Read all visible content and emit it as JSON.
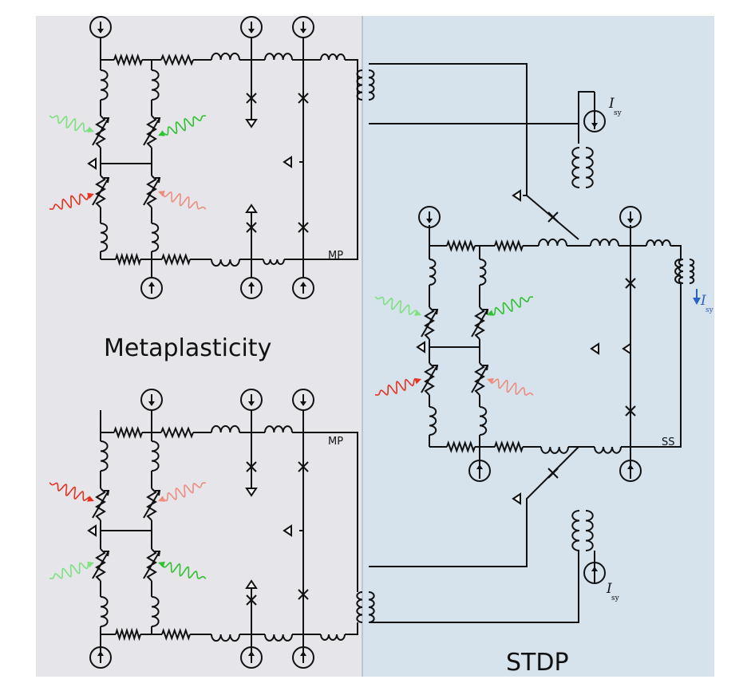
{
  "labels": {
    "metaplasticity": "Metaplasticity",
    "stdp": "STDP",
    "mp_top": "MP",
    "mp_bottom": "MP",
    "ss": "SS",
    "isy": "I",
    "isy_sub": "sy"
  },
  "colors": {
    "left_panel": "#e5e5ea",
    "right_panel": "#d6e2ec",
    "wire": "#111111",
    "wave_light_green": "#7fe07f",
    "wave_green": "#2ec22e",
    "wave_red": "#e8321e",
    "wave_salmon": "#f08c7c",
    "current_blue": "#2a62c8"
  },
  "icons": {
    "current_source": "circled-arrow-icon",
    "inductor": "coil-icon",
    "resistor": "zigzag-icon",
    "josephson_junction": "cross-icon",
    "variable_element": "diagonal-arrow-icon",
    "ground": "triangle-icon",
    "light_input": "wavy-arrow-icon"
  }
}
